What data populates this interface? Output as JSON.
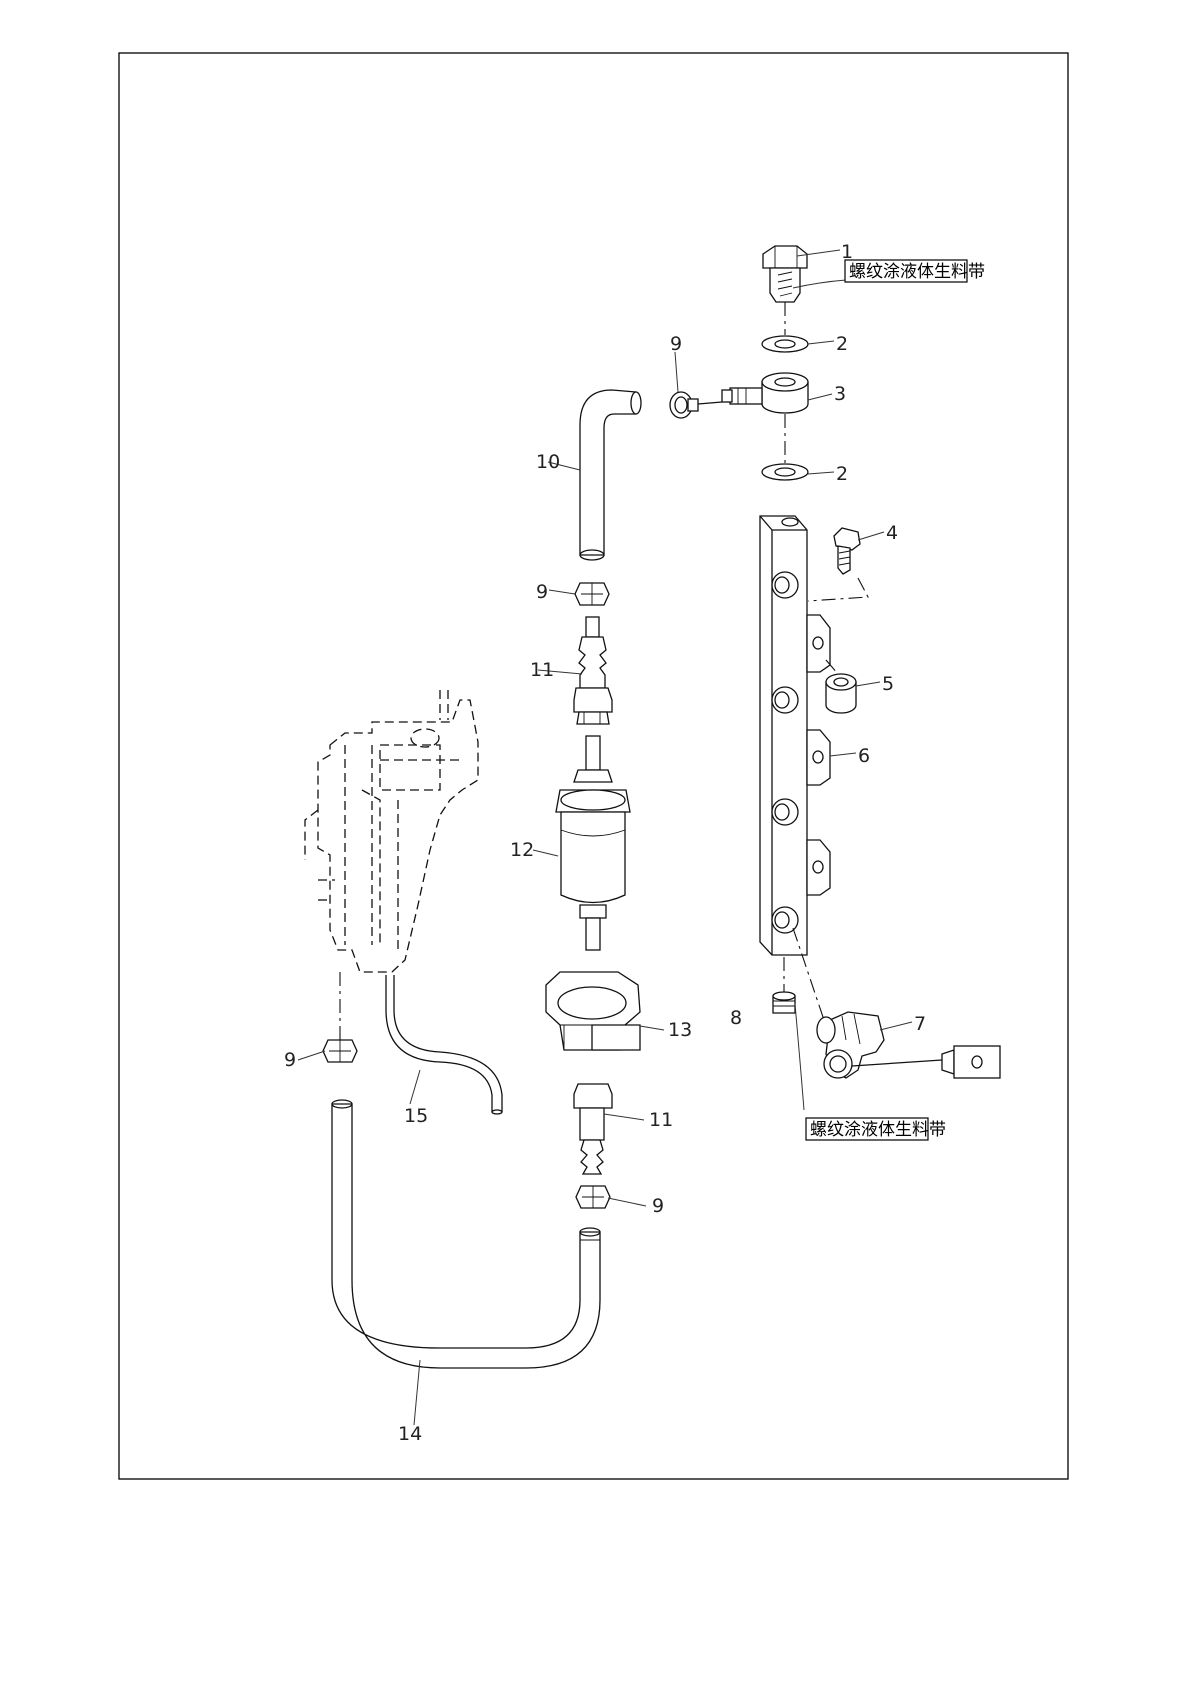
{
  "title": "",
  "callouts": {
    "c1": "1",
    "c2a": "2",
    "c2b": "2",
    "c3": "3",
    "c4": "4",
    "c5": "5",
    "c6": "6",
    "c7": "7",
    "c8": "8",
    "c9a": "9",
    "c9b": "9",
    "c9c": "9",
    "c9d": "9",
    "c10": "10",
    "c11a": "11",
    "c11b": "11",
    "c12": "12",
    "c13": "13",
    "c14": "14",
    "c15": "15"
  },
  "notes": {
    "thread_note_top": "螺纹涂液体生料带",
    "thread_note_bottom": "螺纹涂液体生料带"
  },
  "colors": {
    "line": "#111111",
    "background": "#ffffff"
  }
}
